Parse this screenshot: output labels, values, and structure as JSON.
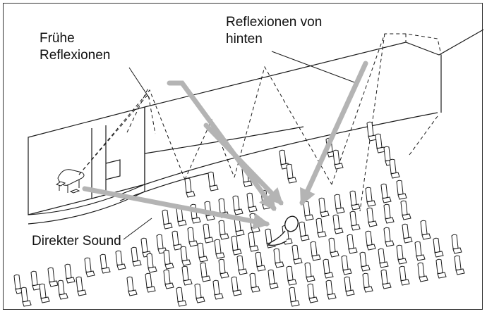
{
  "labels": {
    "early_line1": "Frühe",
    "early_line2": "Reflexionen",
    "rear_line1": "Reflexionen von",
    "rear_line2": "hinten",
    "direct": "Direkter Sound"
  },
  "colors": {
    "outline": "#1a1a1a",
    "arrow": "#b4b4b4",
    "frame": "#333333"
  }
}
